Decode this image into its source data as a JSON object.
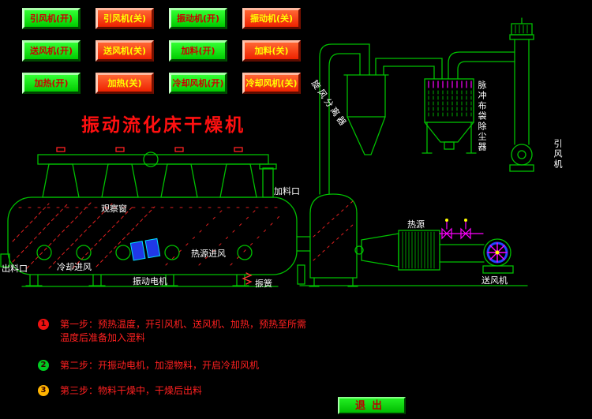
{
  "title": "振动流化床干燥机",
  "control_panel": {
    "buttons": [
      {
        "label": "引风机(开)",
        "state": "on"
      },
      {
        "label": "引风机(关)",
        "state": "off"
      },
      {
        "label": "振动机(开)",
        "state": "on"
      },
      {
        "label": "振动机(关)",
        "state": "off"
      },
      {
        "label": "送风机(开)",
        "state": "on"
      },
      {
        "label": "送风机(关)",
        "state": "off"
      },
      {
        "label": "加料(开)",
        "state": "on"
      },
      {
        "label": "加料(关)",
        "state": "off"
      },
      {
        "label": "加热(开)",
        "state": "on"
      },
      {
        "label": "加热(关)",
        "state": "off"
      },
      {
        "label": "冷却风机(开)",
        "state": "on"
      },
      {
        "label": "冷却风机(关)",
        "state": "off"
      }
    ]
  },
  "diagram_labels": {
    "cyclone": "旋风分离器",
    "bag_filter": "脉冲布袋除尘器",
    "induced_fan": "引风机",
    "feed_port": "加料口",
    "observation_window": "观察窗",
    "heat_source": "热源",
    "discharge_port": "出料口",
    "cooling_air_inlet": "冷却进风",
    "heat_air_inlet": "热源进风",
    "vibration_motor": "振动电机",
    "vibration_spring": "振簧",
    "blower": "送风机"
  },
  "steps": [
    {
      "num": "1",
      "dot_color": "#ee1111",
      "line1": "第一步：预热温度，开引风机、送风机、加热，预热至所需",
      "line2": "温度后准备加入湿料"
    },
    {
      "num": "2",
      "dot_color": "#00cc22",
      "line1": "第二步：开振动电机，加湿物料，开启冷却风机",
      "line2": ""
    },
    {
      "num": "3",
      "dot_color": "#ffb400",
      "line1": "第三步：物料干燥中，干燥后出料",
      "line2": ""
    }
  ],
  "exit_button_label": "退出",
  "colors": {
    "background": "#000000",
    "line_green": "#00c000",
    "button_on_green": "#00dd00",
    "button_off_red": "#ee2200",
    "title_red": "#ff1010",
    "label_white": "#ffffff",
    "step_text_red": "#ff2020",
    "valve_magenta": "#ff00ff",
    "motor_blue": "#2038e8"
  }
}
